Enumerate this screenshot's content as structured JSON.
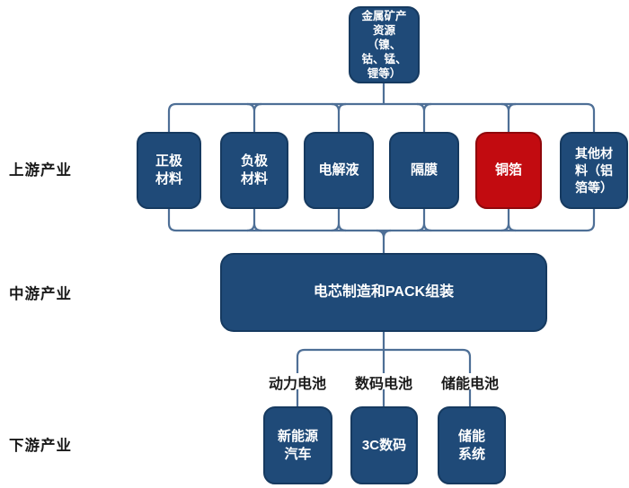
{
  "diagram": {
    "stage_labels": [
      {
        "label": "上游产业"
      },
      {
        "label": "中游产业"
      },
      {
        "label": "下游产业"
      }
    ],
    "root": {
      "label": "金属矿产\n资源\n（镍、\n钴、锰、\n锂等）"
    },
    "upstream": [
      {
        "label": "正极\n材料",
        "highlight": false
      },
      {
        "label": "负极\n材料",
        "highlight": false
      },
      {
        "label": "电解液",
        "highlight": false
      },
      {
        "label": "隔膜",
        "highlight": false
      },
      {
        "label": "铜箔",
        "highlight": true
      },
      {
        "label": "其他材\n料（铝\n箔等）",
        "highlight": false
      }
    ],
    "midstream": {
      "label": "电芯制造和PACK组装"
    },
    "downstream_categories": [
      {
        "label": "动力电池"
      },
      {
        "label": "数码电池"
      },
      {
        "label": "储能电池"
      }
    ],
    "downstream": [
      {
        "label": "新能源\n汽车"
      },
      {
        "label": "3C数码"
      },
      {
        "label": "储能\n系统"
      }
    ],
    "colors": {
      "box_blue": "#1f4a78",
      "box_blue_border": "#163a60",
      "box_red": "#c20b10",
      "box_red_border": "#8f070b",
      "line": "#4e6f96",
      "text_light": "#ffffff",
      "text_dark": "#1a1a1a"
    }
  }
}
